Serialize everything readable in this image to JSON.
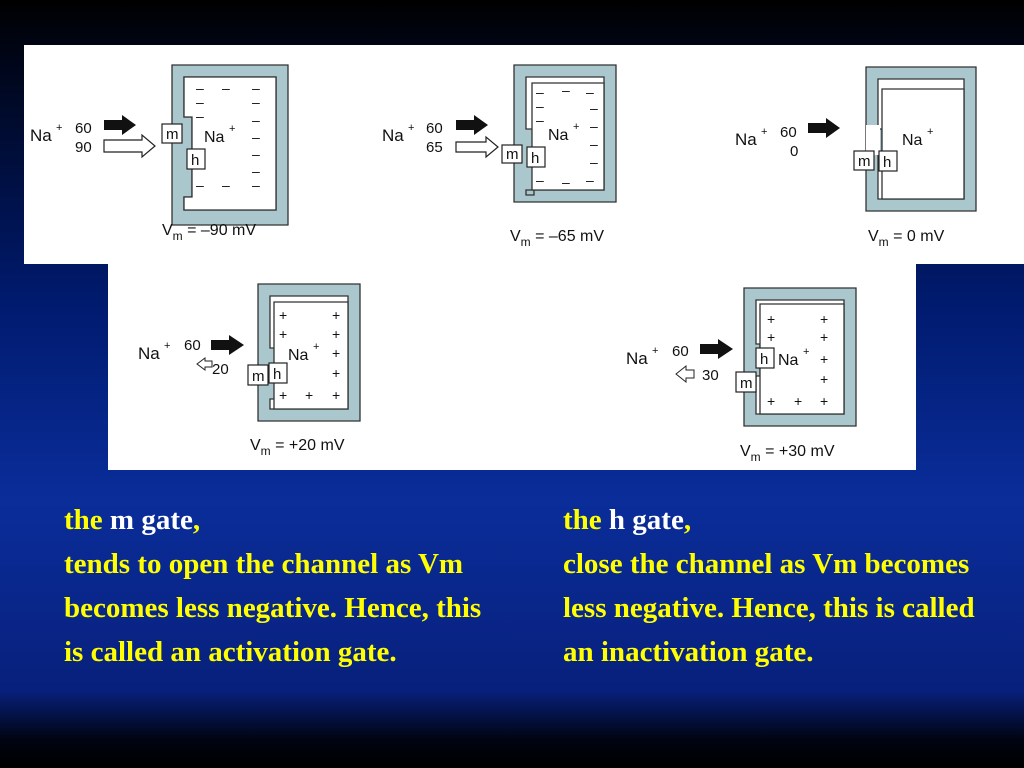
{
  "diagram": {
    "ion": "Na",
    "ion_charge": "+",
    "gate_m": "m",
    "gate_h": "h",
    "vm_symbol": "V",
    "vm_subscript": "m",
    "minus": "–",
    "plus": "+",
    "states": [
      {
        "in_value": "60",
        "out_value": "90",
        "vm": " = –90 mV"
      },
      {
        "in_value": "60",
        "out_value": "65",
        "vm": " = –65 mV"
      },
      {
        "in_value": "60",
        "out_value": "0",
        "vm": " = 0 mV"
      },
      {
        "in_value": "60",
        "out_value": "20",
        "vm": " = +20 mV"
      },
      {
        "in_value": "60",
        "out_value": "30",
        "vm": " = +30 mV"
      }
    ]
  },
  "captions": {
    "left": {
      "lead": "the",
      "gate": " m gate",
      "comma": ",",
      "body": "tends to open the channel as Vm becomes less negative. Hence, this is called an activation gate."
    },
    "right": {
      "lead": "the",
      "gate": " h gate",
      "comma": ",",
      "body": "close the channel as Vm becomes less negative. Hence, this is called an inactivation gate."
    }
  }
}
